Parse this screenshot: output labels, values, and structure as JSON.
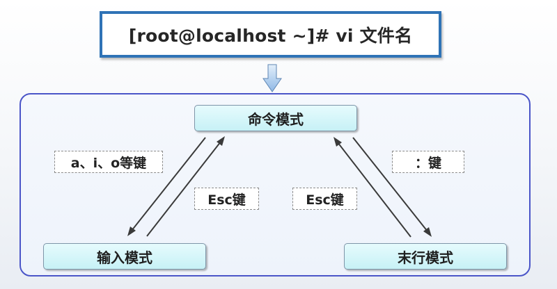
{
  "command": {
    "text": "[root@localhost ~]# vi 文件名"
  },
  "modes": {
    "command_mode": "命令模式",
    "input_mode": "输入模式",
    "last_line_mode": "末行模式"
  },
  "keys": {
    "enter_input": "a、i、o等键",
    "enter_last_line": "：键",
    "esc_left": "Esc键",
    "esc_right": "Esc键"
  },
  "colors": {
    "command_border": "#2f73b6",
    "panel_border": "#4a55c8",
    "mode_fill": "#c7f1f6",
    "arrow_down": "#9ec3ea",
    "arrow_line": "#3a3a3a"
  }
}
